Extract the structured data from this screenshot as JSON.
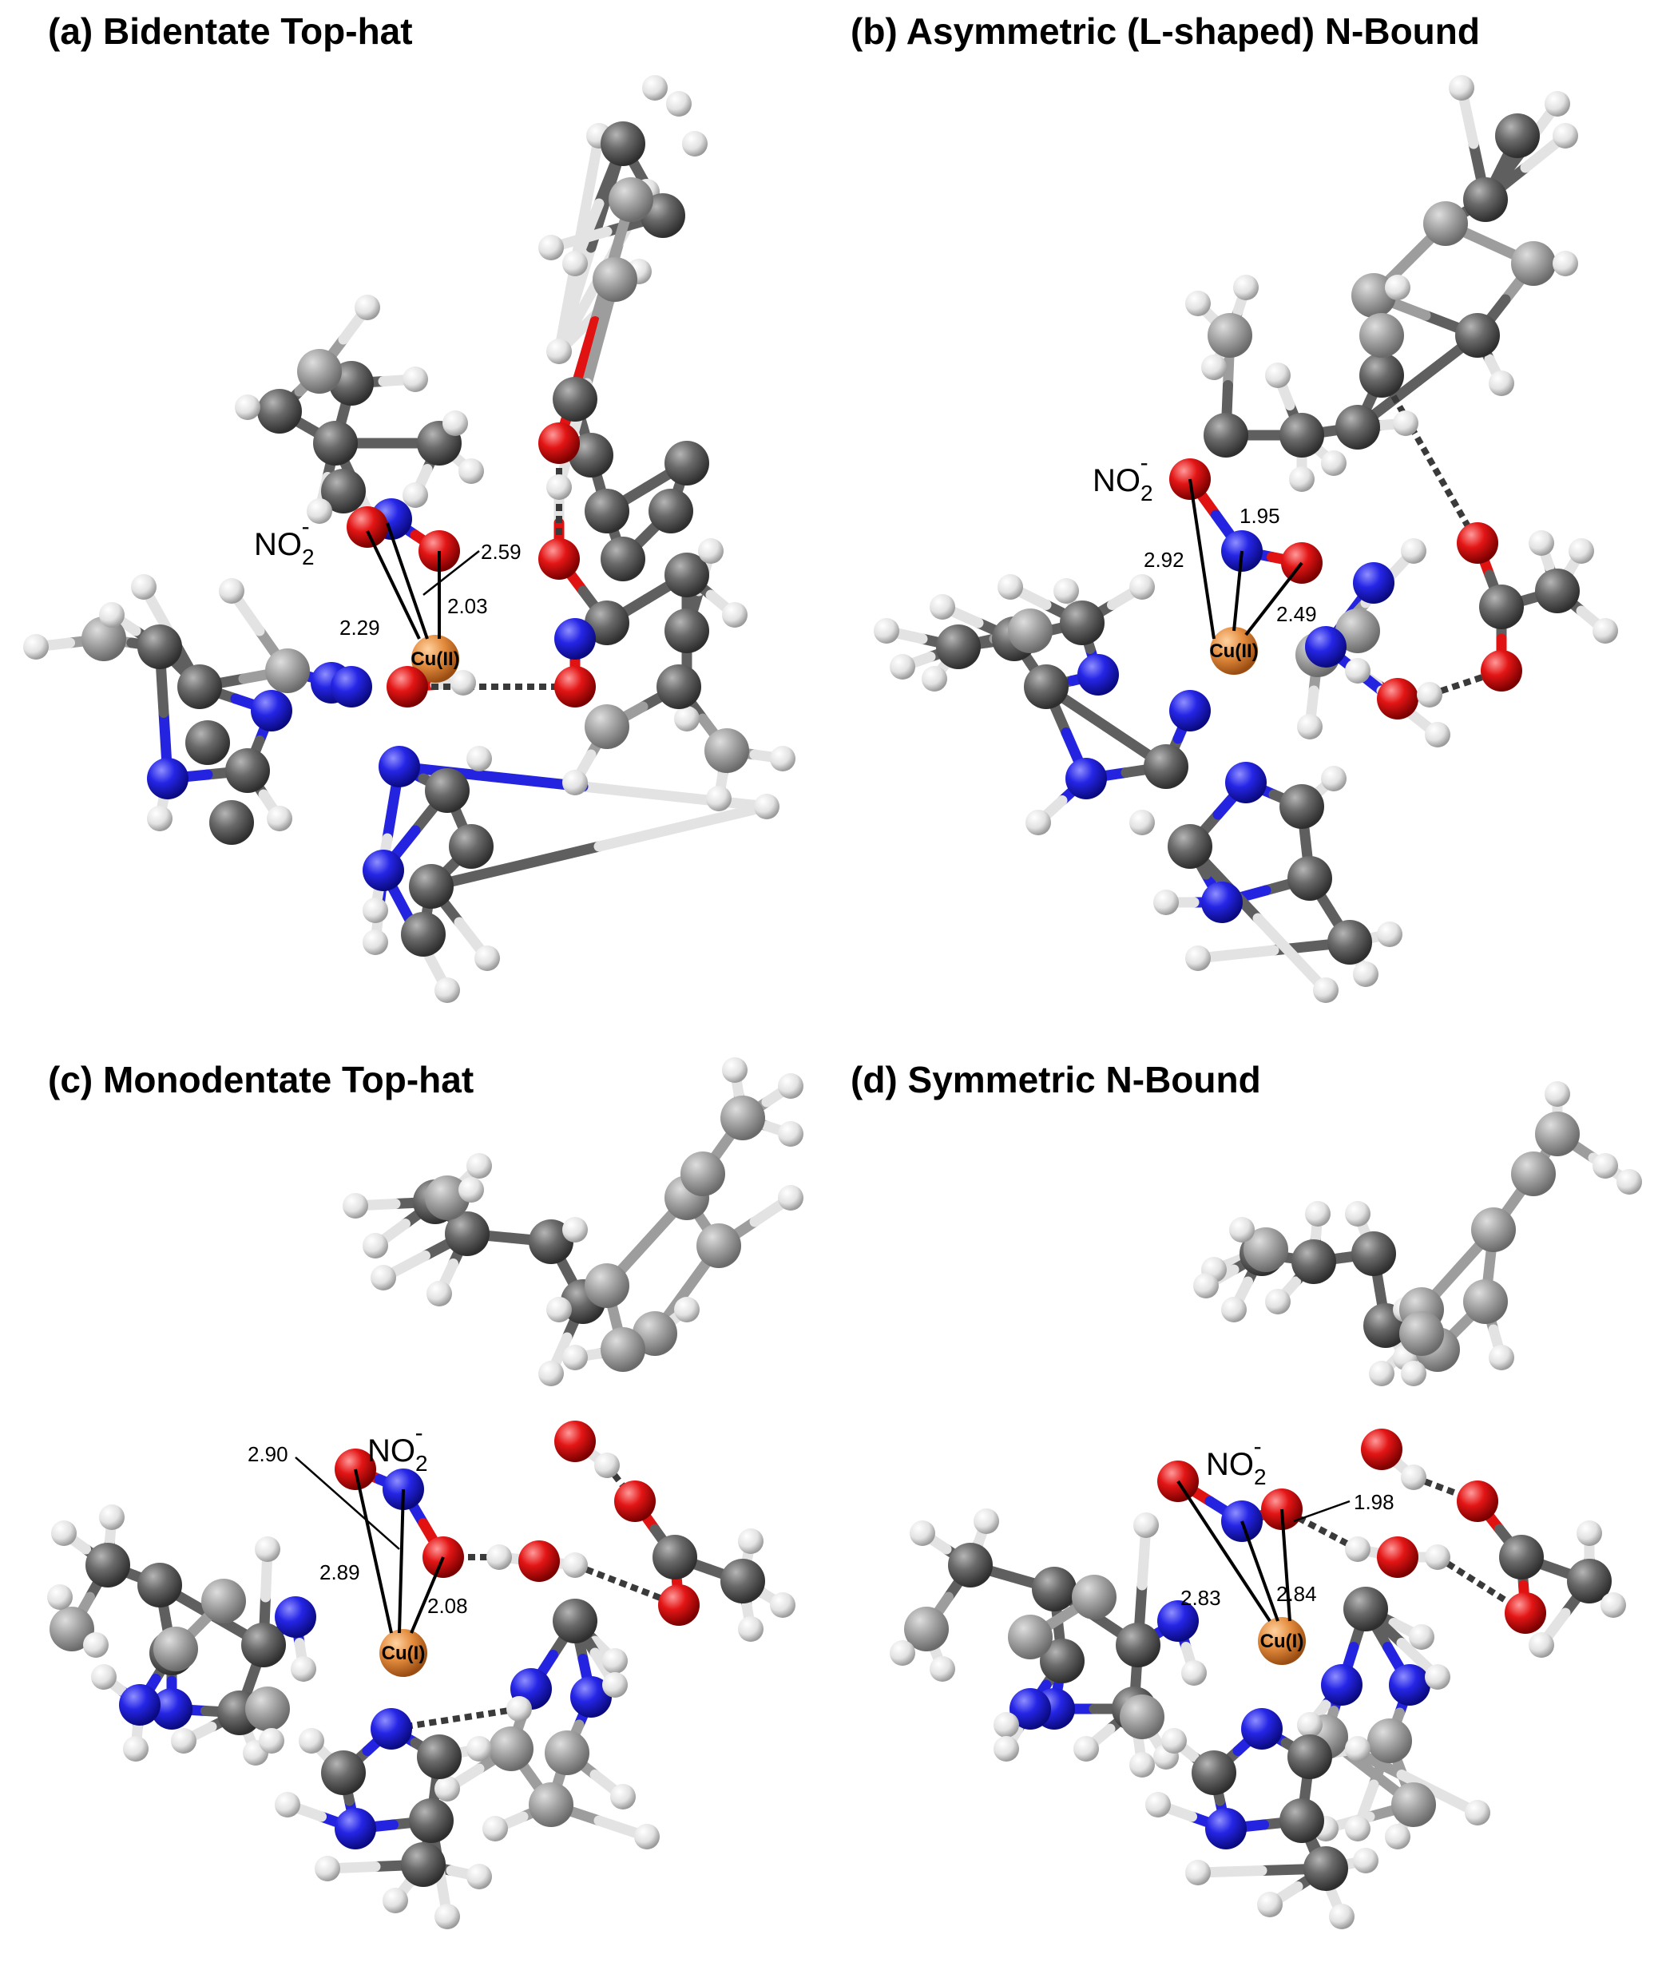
{
  "colors": {
    "carbon": "#5f5f5f",
    "carbon_light": "#9d9d9d",
    "nitrogen": "#2424e0",
    "oxygen": "#e01212",
    "hydrogen": "#e3e3e3",
    "copper": "#e08a3c",
    "bond_line": "#000000"
  },
  "icons": {
    "atom": "shaded-sphere",
    "bond": "cylinder",
    "hbond": "dashed-line"
  },
  "panels": [
    {
      "title": "(a) Bidentate Top-hat",
      "ligand_label": "NO",
      "ligand_sub": "2",
      "ligand_sup": "-",
      "metal_label": "Cu(II)",
      "distances": [
        "2.59",
        "2.03",
        "2.29"
      ]
    },
    {
      "title": "(b) Asymmetric (L-shaped) N-Bound",
      "ligand_label": "NO",
      "ligand_sub": "2",
      "ligand_sup": "-",
      "metal_label": "Cu(II)",
      "distances": [
        "1.95",
        "2.92",
        "2.49"
      ]
    },
    {
      "title": "(c) Monodentate Top-hat",
      "ligand_label": "NO",
      "ligand_sub": "2",
      "ligand_sup": "-",
      "metal_label": "Cu(I)",
      "distances": [
        "2.90",
        "2.89",
        "2.08"
      ]
    },
    {
      "title": "(d) Symmetric N-Bound",
      "ligand_label": "NO",
      "ligand_sub": "2",
      "ligand_sup": "-",
      "metal_label": "Cu(I)",
      "distances": [
        "1.98",
        "2.83",
        "2.84"
      ]
    }
  ]
}
